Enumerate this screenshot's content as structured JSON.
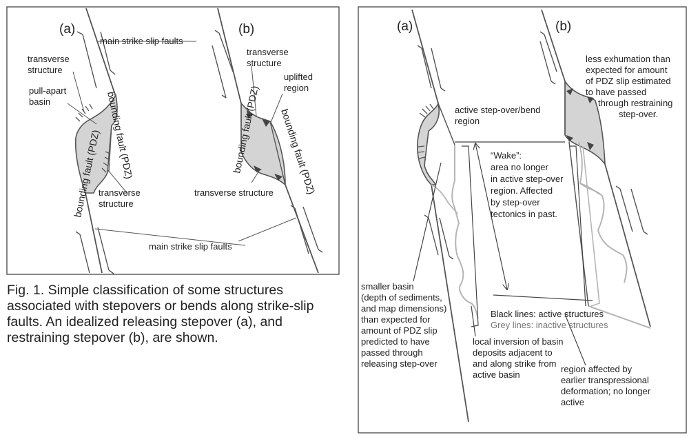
{
  "fig1": {
    "label_a": "(a)",
    "label_b": "(b)",
    "main_faults_top": "main strike slip faults",
    "main_faults_bottom": "main strike slip faults",
    "transverse_structure_a1": [
      "transverse",
      "structure"
    ],
    "pull_apart_basin": [
      "pull-apart",
      "basin"
    ],
    "transverse_structure_a2": [
      "transverse",
      "structure"
    ],
    "bounding_fault": "bounding fault (PDZ)",
    "transverse_structure_b1": [
      "transverse",
      "structure"
    ],
    "uplifted_region": [
      "uplifted",
      "region"
    ],
    "transverse_structure_b2": "transverse structure"
  },
  "caption": [
    "Fig. 1. Simple classification of some structures",
    "associated with stepovers or bends along strike-slip",
    "faults. An idealized releasing stepover (a), and",
    "restraining stepover (b), are shown."
  ],
  "fig2": {
    "label_a": "(a)",
    "label_b": "(b)",
    "less_exhumation": [
      "less exhumation than",
      "expected for amount",
      "of PDZ slip estimated",
      "to have passed",
      "through restraining",
      "step-over."
    ],
    "active_stepover": [
      "active step-over/bend",
      "region"
    ],
    "wake": [
      "“Wake”:",
      "area no longer",
      "in active step-over",
      "region. Affected",
      "by step-over",
      "tectonics in past."
    ],
    "smaller_basin": [
      "smaller basin",
      "(depth of sediments,",
      "and map dimensions)",
      "than expected for",
      "amount of PDZ slip",
      "predicted to have",
      "passed through",
      "releasing step-over"
    ],
    "black_lines": "Black lines: active structures",
    "grey_lines": "Grey lines: inactive structures",
    "local_inversion": [
      "local inversion of basin",
      "deposits adjacent to",
      "and along strike from",
      "active basin"
    ],
    "region_affected": [
      "region affected by",
      "earlier transpressional",
      "deformation; no longer",
      "active"
    ]
  },
  "colors": {
    "fault_line": "#555555",
    "basin_fill": "#d4d4d4",
    "inactive_line": "#b5b5b5",
    "frame": "#444444"
  }
}
